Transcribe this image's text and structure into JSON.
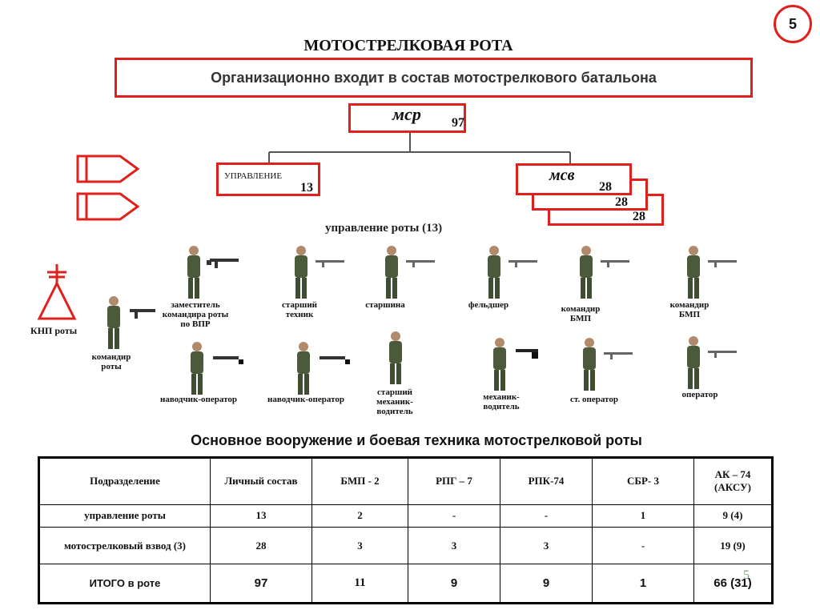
{
  "page_badge": "5",
  "title": "МОТОСТРЕЛКОВАЯ РОТА",
  "subtitle": "Организационно входит в состав мотострелкового батальона",
  "org": {
    "top_label": "мср",
    "top_count": "97",
    "control_label": "УПРАВЛЕНИЕ",
    "control_count": "13",
    "platoon_label": "мсв",
    "platoon_counts": [
      "28",
      "28",
      "28"
    ]
  },
  "section_title": "управление роты (13)",
  "knp_label": "КНП роты",
  "personnel": [
    {
      "caption": "командир роты"
    },
    {
      "caption": "заместитель командира роты по ВПР"
    },
    {
      "caption": "старший техник"
    },
    {
      "caption": "старшина"
    },
    {
      "caption": "фельдшер"
    },
    {
      "caption": "командир БМП"
    },
    {
      "caption": "командир БМП"
    },
    {
      "caption": "наводчик-оператор"
    },
    {
      "caption": "наводчик-оператор"
    },
    {
      "caption": "старший механик-водитель"
    },
    {
      "caption": "механик-водитель"
    },
    {
      "caption": "ст. оператор"
    },
    {
      "caption": "оператор"
    }
  ],
  "table_title": "Основное вооружение и боевая техника мотострелковой роты",
  "table": {
    "headers": [
      "Подразделение",
      "Личный состав",
      "БМП - 2",
      "РПГ – 7",
      "РПК-74",
      "СБР- 3",
      "АК – 74 (АКСУ)"
    ],
    "rows": [
      [
        "управление роты",
        "13",
        "2",
        "-",
        "-",
        "1",
        "9 (4)"
      ],
      [
        "мотострелковый взвод (3)",
        "28",
        "3",
        "3",
        "3",
        "-",
        "19 (9)"
      ],
      [
        "ИТОГО в роте",
        "97",
        "11",
        "9",
        "9",
        "1",
        "66 (31)"
      ]
    ]
  },
  "slide_number": "5",
  "colors": {
    "accent": "#e0201c",
    "text": "#111111",
    "footer": "#7aa67a"
  }
}
